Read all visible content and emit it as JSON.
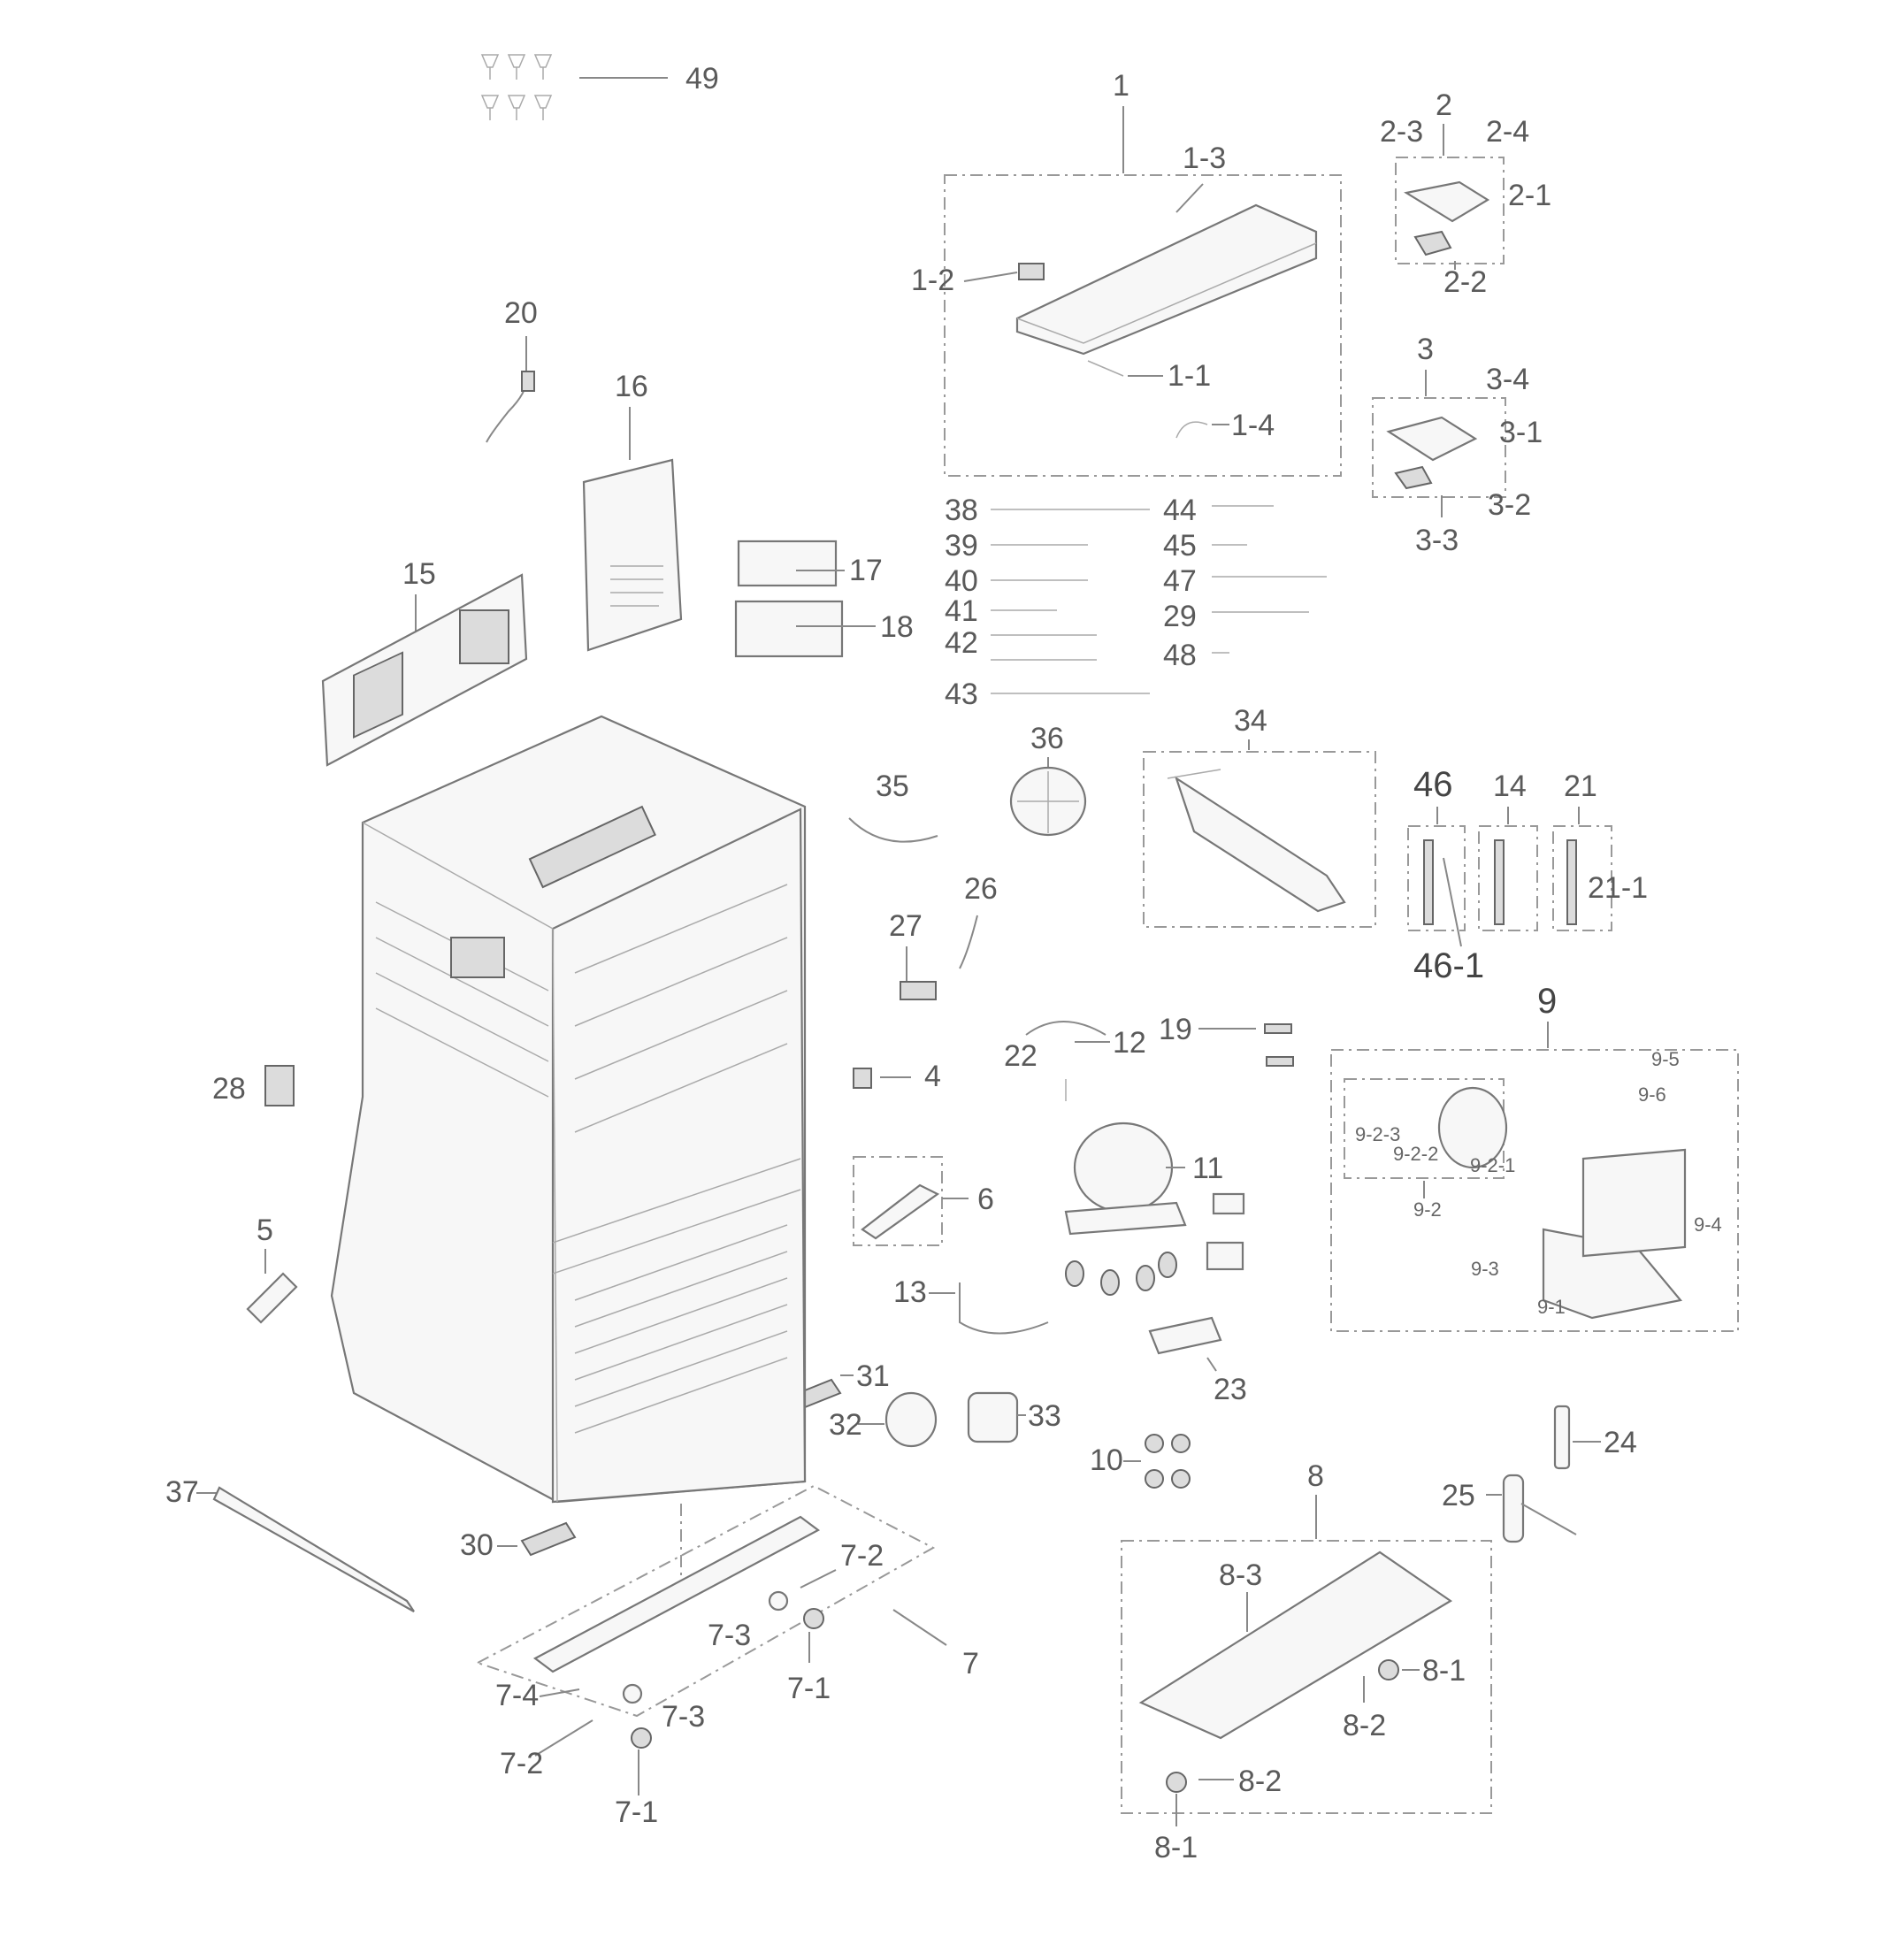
{
  "labels": {
    "p49": "49",
    "p1": "1",
    "p1_1": "1-1",
    "p1_2": "1-2",
    "p1_3": "1-3",
    "p1_4": "1-4",
    "p2": "2",
    "p2_1": "2-1",
    "p2_2": "2-2",
    "p2_3": "2-3",
    "p2_4": "2-4",
    "p3": "3",
    "p3_1": "3-1",
    "p3_2": "3-2",
    "p3_3": "3-3",
    "p3_4": "3-4",
    "p20": "20",
    "p16": "16",
    "p15": "15",
    "p17": "17",
    "p18": "18",
    "p38": "38",
    "p39": "39",
    "p40": "40",
    "p41": "41",
    "p42": "42",
    "p43": "43",
    "p44": "44",
    "p45": "45",
    "p47": "47",
    "p29": "29",
    "p48": "48",
    "p36": "36",
    "p34": "34",
    "p35": "35",
    "p46": "46",
    "p46_1": "46-1",
    "p14": "14",
    "p21": "21",
    "p21_1": "21-1",
    "p26": "26",
    "p27": "27",
    "p12": "12",
    "p9": "9",
    "p9_1": "9-1",
    "p9_2": "9-2",
    "p9_2_1": "9-2-1",
    "p9_2_2": "9-2-2",
    "p9_2_3": "9-2-3",
    "p9_3": "9-3",
    "p9_4": "9-4",
    "p9_5": "9-5",
    "p9_6": "9-6",
    "p19": "19",
    "p22": "22",
    "p4": "4",
    "p28": "28",
    "p11": "11",
    "p6": "6",
    "p5": "5",
    "p13": "13",
    "p23": "23",
    "p31": "31",
    "p32": "32",
    "p33": "33",
    "p10": "10",
    "p24": "24",
    "p25": "25",
    "p37": "37",
    "p30": "30",
    "p7": "7",
    "p7_1a": "7-1",
    "p7_1b": "7-1",
    "p7_2a": "7-2",
    "p7_2b": "7-2",
    "p7_3a": "7-3",
    "p7_3b": "7-3",
    "p7_4": "7-4",
    "p8": "8",
    "p8_1a": "8-1",
    "p8_1b": "8-1",
    "p8_2a": "8-2",
    "p8_2b": "8-2",
    "p8_3": "8-3"
  }
}
